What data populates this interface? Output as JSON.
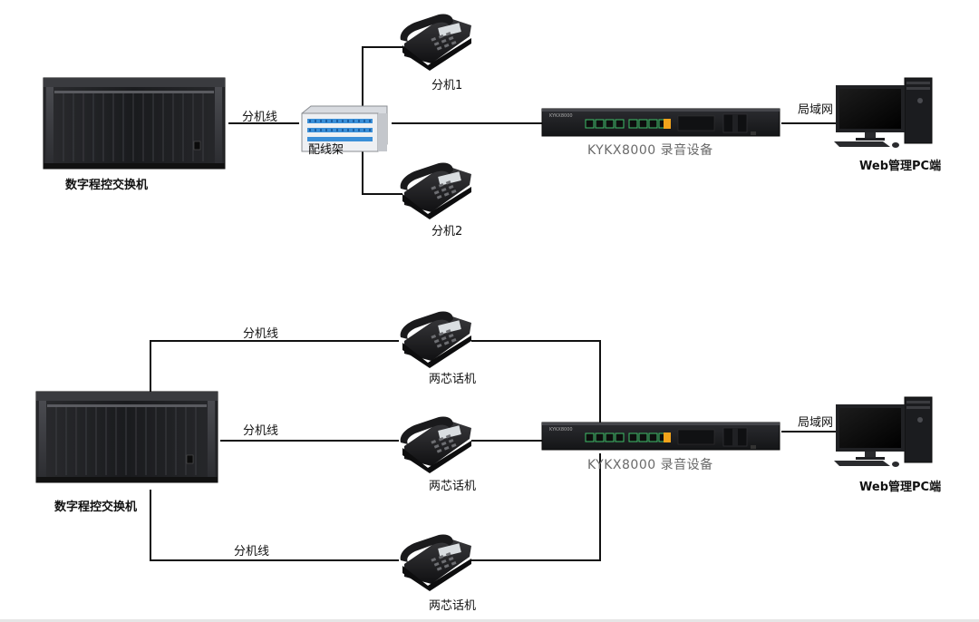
{
  "diagram_top": {
    "pbx_label": "数字程控交换机",
    "ext_line_label": "分机线",
    "mdf_label": "配线架",
    "phone1_label": "分机1",
    "phone2_label": "分机2",
    "recorder_label": "KYKX8000 录音设备",
    "lan_label": "局域网",
    "pc_label": "Web管理PC端"
  },
  "diagram_bottom": {
    "pbx_label": "数字程控交换机",
    "ext_line_labels": [
      "分机线",
      "分机线",
      "分机线"
    ],
    "phone_labels": [
      "两芯话机",
      "两芯话机",
      "两芯话机"
    ],
    "recorder_label": "KYKX8000 录音设备",
    "lan_label": "局域网",
    "pc_label": "Web管理PC端"
  },
  "colors": {
    "line": "#111111",
    "chassis": "#1e1f22",
    "recorder_body": "#1b1c1e",
    "port_green": "#3fbf6a",
    "port_orange": "#f2a31b",
    "monitor_screen": "#0a0a0a",
    "mdf_blue": "#3a8fd8"
  },
  "icons": [
    "pbx-chassis-icon",
    "distribution-frame-icon",
    "desk-phone-icon",
    "recorder-device-icon",
    "desktop-pc-icon"
  ]
}
